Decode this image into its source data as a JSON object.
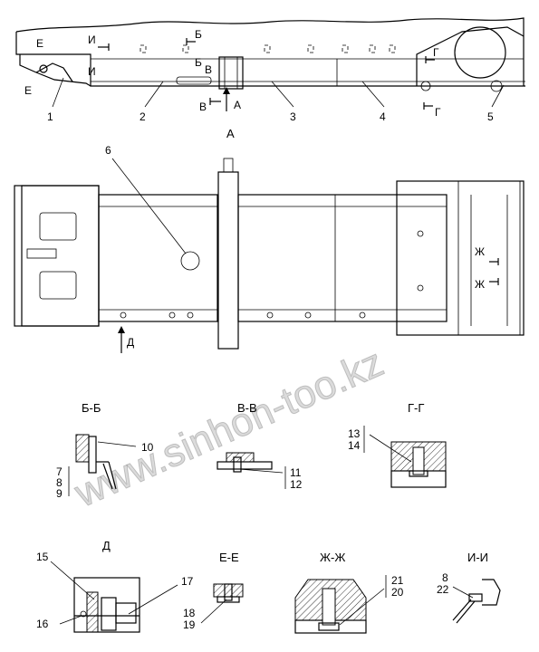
{
  "view_labels": {
    "view_a": "А",
    "arrow_a": "А",
    "arrow_b": "Б",
    "arrow_v": "В",
    "arrow_g": "Г",
    "arrow_d": "Д",
    "arrow_e": "Е",
    "arrow_zh": "Ж",
    "arrow_i": "И"
  },
  "sections": {
    "bb": "Б-Б",
    "vv": "В-В",
    "gg": "Г-Г",
    "d": "Д",
    "ee": "Е-Е",
    "zhzh": "Ж-Ж",
    "ii": "И-И"
  },
  "callouts": {
    "c1": "1",
    "c2": "2",
    "c3": "3",
    "c4": "4",
    "c5": "5",
    "c6": "6",
    "c7": "7",
    "c8": "8",
    "c9": "9",
    "c10": "10",
    "c11": "11",
    "c12": "12",
    "c13": "13",
    "c14": "14",
    "c15": "15",
    "c16": "16",
    "c17": "17",
    "c18": "18",
    "c19": "19",
    "c20": "20",
    "c21": "21",
    "c22": "22",
    "c8b": "8"
  },
  "watermark": "www.sinhon-too.kz"
}
